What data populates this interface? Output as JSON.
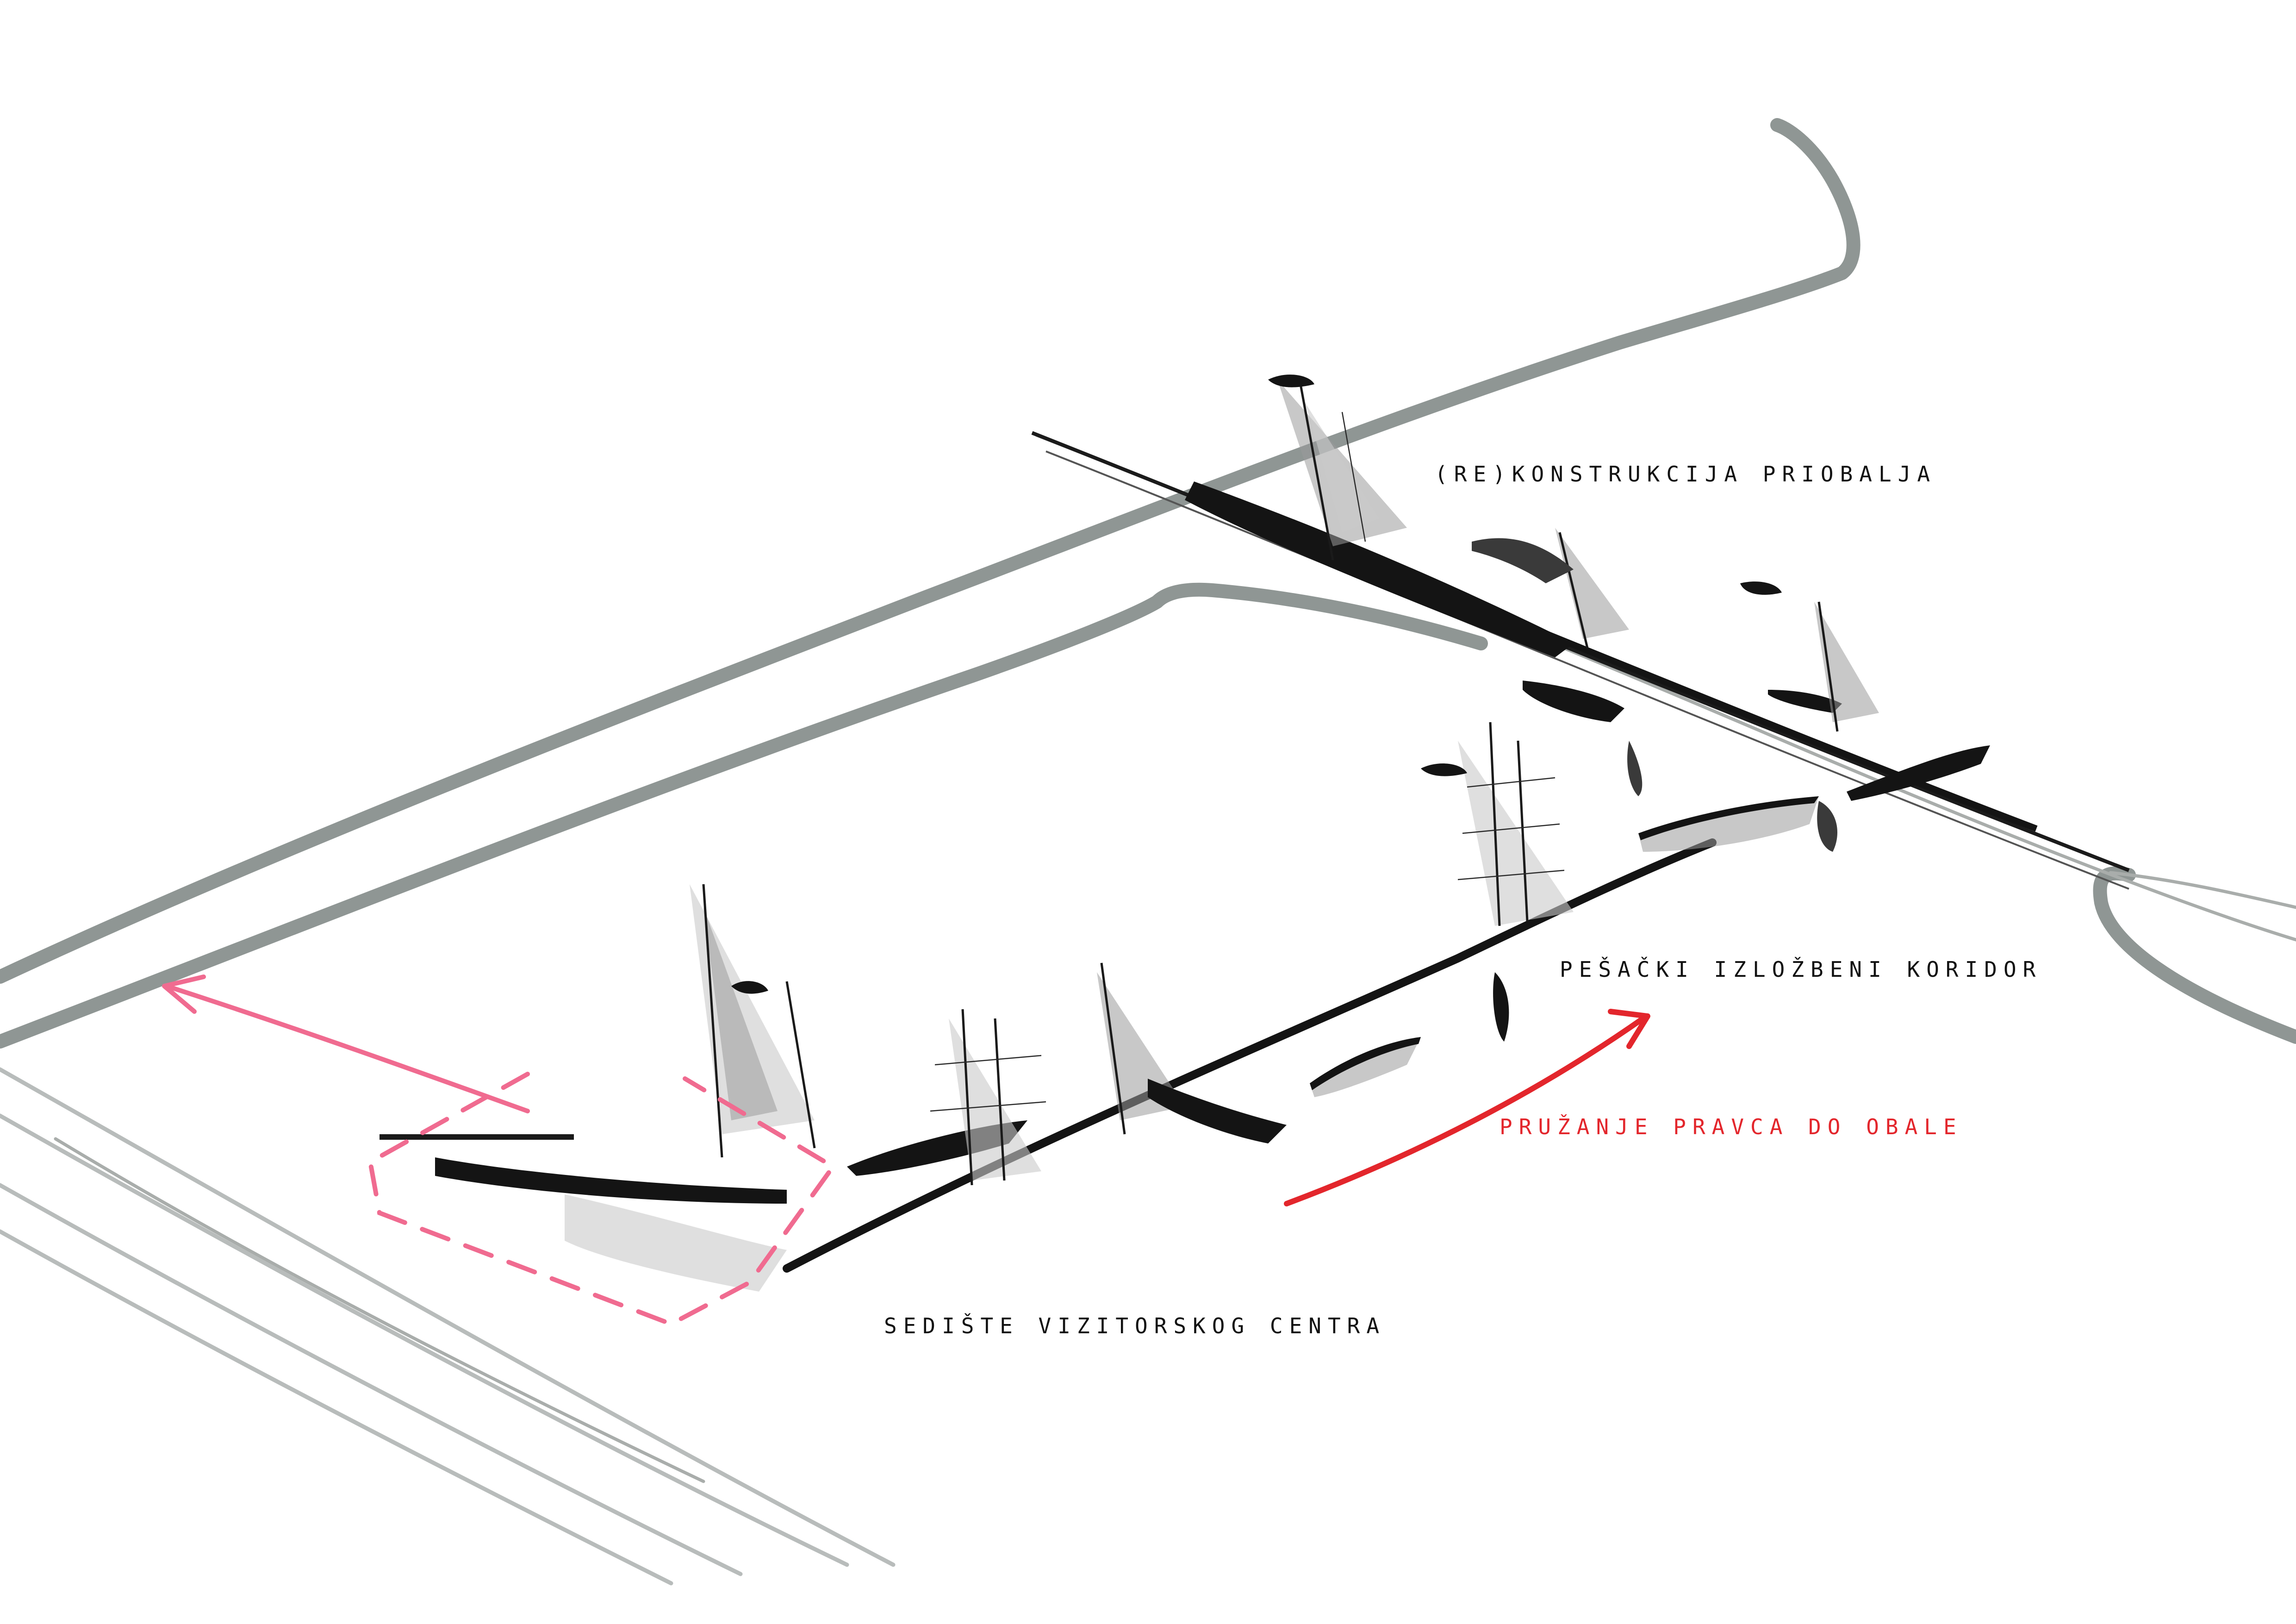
{
  "labels": {
    "reconstruction": "(RE)KONSTRUKCIJA PRIOBALJA",
    "corridor": "PEŠAČKI IZLOŽBENI KORIDOR",
    "direction": "PRUŽANJE PRAVCA DO OBALE",
    "visitor_center": "SEDIŠTE VIZITORSKOG CENTRA"
  },
  "colors": {
    "road": "#8f9694",
    "rail": "#b8bcbb",
    "ink": "#141414",
    "pink_marker": "#f06b90",
    "red_arrow": "#e3262c"
  }
}
